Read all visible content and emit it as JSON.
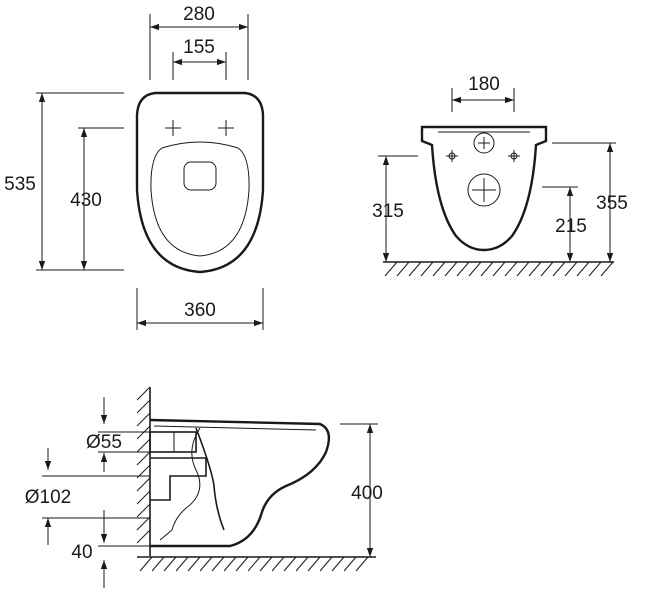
{
  "top_view": {
    "dims": {
      "width_top": "280",
      "width_holes": "155",
      "length_total": "535",
      "length_holes": "430",
      "width_body": "360"
    }
  },
  "front_view": {
    "dims": {
      "hole_spacing": "180",
      "height_left": "315",
      "height_right": "355",
      "height_outlet": "215"
    }
  },
  "side_view": {
    "dims": {
      "pipe_small": "Ø55",
      "pipe_large": "Ø102",
      "floor_gap": "40",
      "height": "400"
    }
  }
}
